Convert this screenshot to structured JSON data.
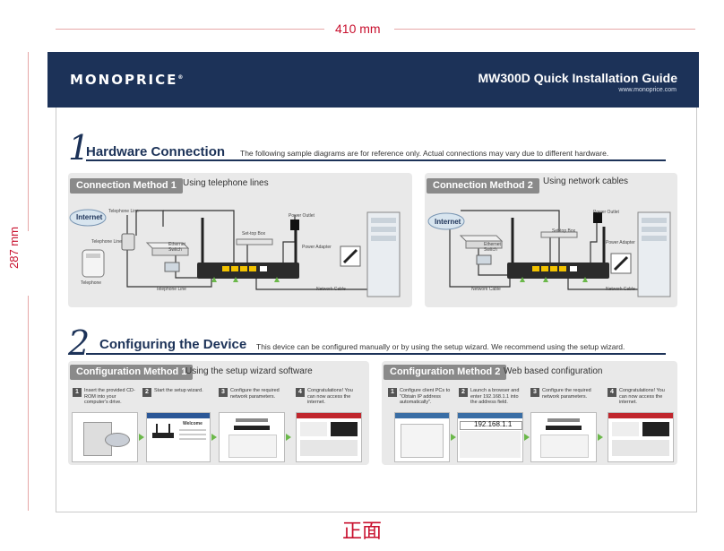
{
  "dimensions": {
    "width_label": "410 mm",
    "height_label": "287 mm"
  },
  "header": {
    "brand": "MONOPRICE",
    "brand_mark": "®",
    "title": "MW300D Quick Installation Guide",
    "url": "www.monoprice.com"
  },
  "section1": {
    "number": "1",
    "title": "Hardware Connection",
    "description": "The following sample diagrams are for reference only. Actual connections may vary due to different hardware.",
    "method1": {
      "badge": "Connection Method 1",
      "subtitle": "Using telephone lines",
      "labels": {
        "internet": "Internet",
        "telephone_line_top": "Telephone Line",
        "telephone_line_left": "Telephone Line",
        "telephone": "Telephone",
        "ethernet_switch": "Ethernet Switch",
        "set_top_box": "Set-top Box",
        "power_outlet": "Power Outlet",
        "power_adapter": "Power Adapter",
        "telephone_line_bottom": "Telephone Line",
        "network_cable": "Network Cable"
      }
    },
    "method2": {
      "badge": "Connection Method 2",
      "subtitle": "Using network cables",
      "labels": {
        "internet": "Internet",
        "ethernet_switch": "Ethernet Switch",
        "set_top_box": "Set-top Box",
        "power_outlet": "Power Outlet",
        "power_adapter": "Power Adapter",
        "network_cable_left": "Network Cable",
        "network_cable_right": "Network Cable"
      }
    }
  },
  "section2": {
    "number": "2",
    "title": "Configuring the Device",
    "description": "This device can be configured manually or by using the setup wizard. We recommend using the setup wizard.",
    "method1": {
      "badge": "Configuration Method 1",
      "subtitle": "Using the setup wizard software",
      "steps": [
        {
          "num": "1",
          "text": "Insert the provided CD-ROM into your computer's drive."
        },
        {
          "num": "2",
          "text": "Start the setup wizard."
        },
        {
          "num": "3",
          "text": "Configure the required network parameters."
        },
        {
          "num": "4",
          "text": "Congratulations! You can now access the internet."
        }
      ],
      "thumb_welcome": "Welcome"
    },
    "method2": {
      "badge": "Configuration Method 2",
      "subtitle": "Web based configuration",
      "steps": [
        {
          "num": "1",
          "text": "Configure client PCs to \"Obtain IP address automatically\"."
        },
        {
          "num": "2",
          "text": "Launch a browser and enter 192.168.1.1 into the address field."
        },
        {
          "num": "3",
          "text": "Configure the required network parameters."
        },
        {
          "num": "4",
          "text": "Congratulations! You can now access the internet."
        }
      ],
      "address": "192.168.1.1"
    }
  },
  "footer": {
    "label": "正面"
  },
  "colors": {
    "navy": "#1c3258",
    "badge_gray": "#8a8a8a",
    "panel": "#e9e9e9",
    "accent_red": "#c8102e",
    "port_yellow": "#f2c200"
  }
}
